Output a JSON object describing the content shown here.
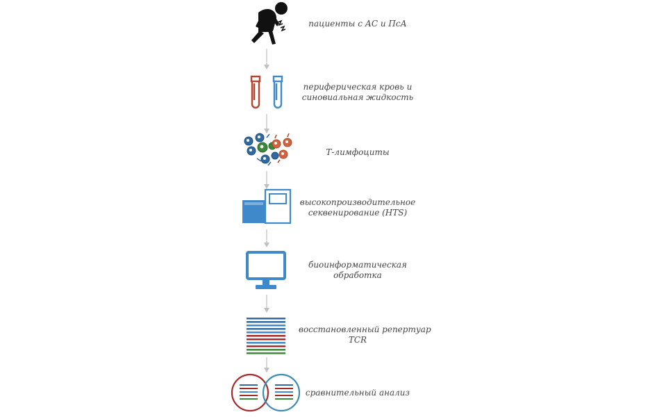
{
  "colors": {
    "blue": "#3f88c9",
    "blue_dark": "#2f6aa3",
    "red": "#b8432d",
    "green": "#3a8a3a",
    "orange": "#d4643f",
    "arrow": "#c0c0c0",
    "venn_red": "#a7282b",
    "venn_blue": "#3d8bb5"
  },
  "steps": [
    {
      "icon": "patient-icon",
      "lines": [
        "пациенты с АС и ПсА"
      ]
    },
    {
      "icon": "test-tubes-icon",
      "lines": [
        "периферическая кровь и",
        "синовиальная жидкость"
      ]
    },
    {
      "icon": "t-cells-icon",
      "lines": [
        "Т-лимфоциты"
      ]
    },
    {
      "icon": "sequencer-icon",
      "lines": [
        "высокопроизводительное",
        "секвенирование (HTS)"
      ]
    },
    {
      "icon": "monitor-icon",
      "lines": [
        "биоинформатическая",
        "обработка"
      ]
    },
    {
      "icon": "repertoire-bars-icon",
      "lines": [
        "восстановленный репертуар",
        "TCR"
      ]
    },
    {
      "icon": "venn-comparison-icon",
      "lines": [
        "сравнительный анализ"
      ]
    }
  ]
}
